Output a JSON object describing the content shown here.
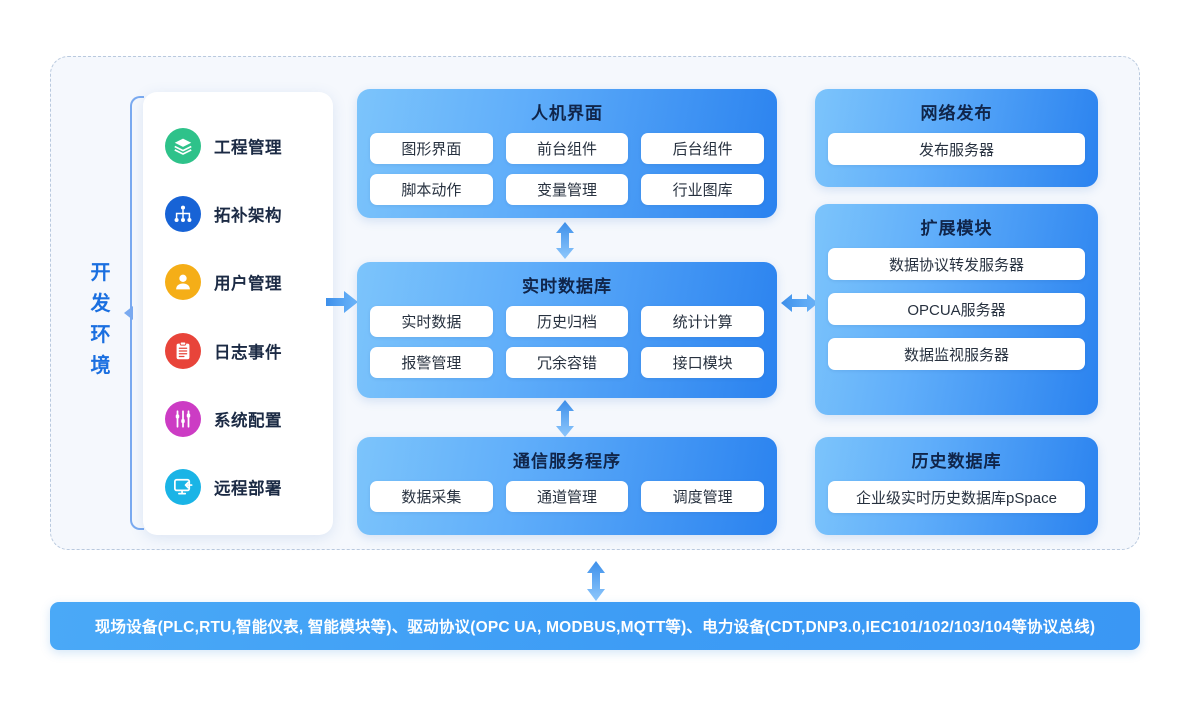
{
  "dev_environment": {
    "label": "开发环境",
    "items": [
      {
        "label": "工程管理",
        "icon": "layers-icon",
        "color": "#2ec28a"
      },
      {
        "label": "拓补架构",
        "icon": "sitemap-icon",
        "color": "#1763d6"
      },
      {
        "label": "用户管理",
        "icon": "user-icon",
        "color": "#f5ae17"
      },
      {
        "label": "日志事件",
        "icon": "clipboard-icon",
        "color": "#e8443a"
      },
      {
        "label": "系统配置",
        "icon": "sliders-icon",
        "color": "#cc3cc4"
      },
      {
        "label": "远程部署",
        "icon": "monitor-arrow-icon",
        "color": "#1ab4e6"
      }
    ]
  },
  "panels": {
    "hmi": {
      "title": "人机界面",
      "rows": [
        [
          "图形界面",
          "前台组件",
          "后台组件"
        ],
        [
          "脚本动作",
          "变量管理",
          "行业图库"
        ]
      ]
    },
    "realtime_db": {
      "title": "实时数据库",
      "rows": [
        [
          "实时数据",
          "历史归档",
          "统计计算"
        ],
        [
          "报警管理",
          "冗余容错",
          "接口模块"
        ]
      ]
    },
    "communication": {
      "title": "通信服务程序",
      "rows": [
        [
          "数据采集",
          "通道管理",
          "调度管理"
        ]
      ]
    },
    "web_publish": {
      "title": "网络发布",
      "rows": [
        [
          "发布服务器"
        ]
      ]
    },
    "extension": {
      "title": "扩展模块",
      "rows": [
        [
          "数据协议转发服务器"
        ],
        [
          "OPCUA服务器"
        ],
        [
          "数据监视服务器"
        ]
      ]
    },
    "history_db": {
      "title": "历史数据库",
      "rows": [
        [
          "企业级实时历史数据库pSpace"
        ]
      ]
    }
  },
  "arrows": {
    "side_to_realtime": "arrow-right-icon",
    "hmi_realtime": "arrow-up-down-icon",
    "realtime_comm": "arrow-up-down-icon",
    "realtime_extension": "arrow-left-right-icon",
    "bottom": "arrow-up-down-icon"
  },
  "bottom_banner": {
    "text": "现场设备(PLC,RTU,智能仪表, 智能模块等)、驱动协议(OPC UA, MODBUS,MQTT等)、电力设备(CDT,DNP3.0,IEC101/102/103/104等协议总线)"
  },
  "colors": {
    "panel_gradient_start": "#7cc4fb",
    "panel_gradient_end": "#2a82ef",
    "banner": "#3d9cf5",
    "accent_blue": "#1a6fe0",
    "frame_dashed": "#b9c9de"
  }
}
